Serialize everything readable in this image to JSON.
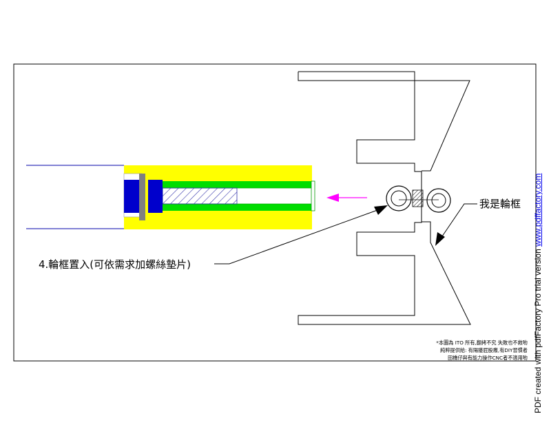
{
  "labels": {
    "insert_note": "4.輪框置入(可依需求加螺絲墊片)",
    "frame_label": "我是輪框"
  },
  "notice": {
    "line1": "*本圖為 ITO 所有,翻拷不究 失敗也不救喲",
    "line2": "純粹提供給: 有陽痿屁股癢,有DIY習慣者",
    "line3": "田橋仔與有能力操作CNC者不適用喲"
  },
  "watermark": {
    "prefix": "PDF created with pdfFactory Pro trial version ",
    "link": "www.pdffactory.com"
  },
  "colors": {
    "line": "#000000",
    "axle_lines": "#0000aa",
    "yellow": "#ffff00",
    "green": "#00dd00",
    "blue": "#0000cc",
    "gray": "#808080",
    "hatch": "#3333aa",
    "arrow": "#ff00ff"
  }
}
